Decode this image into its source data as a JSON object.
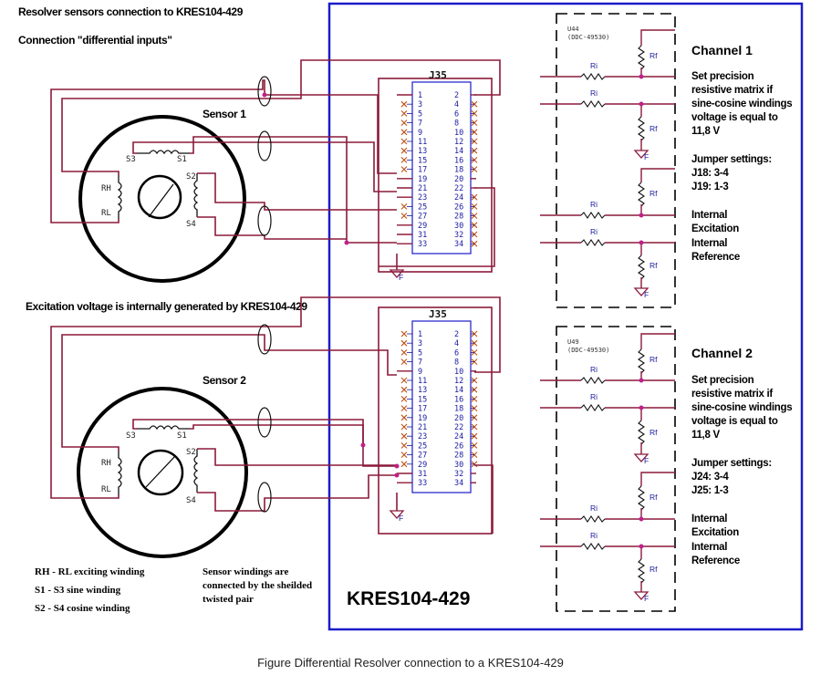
{
  "header": {
    "title": "Resolver sensors connection to KRES104-429",
    "subtitle": "Connection \"differential inputs\"",
    "excitation_note": "Excitation voltage is internally generated by KRES104-429"
  },
  "sensors": [
    {
      "label": "Sensor 1",
      "pins": {
        "s3": "S3",
        "s1": "S1",
        "s2": "S2",
        "s4": "S4",
        "rh": "RH",
        "rl": "RL"
      }
    },
    {
      "label": "Sensor 2",
      "pins": {
        "s3": "S3",
        "s1": "S1",
        "s2": "S2",
        "s4": "S4",
        "rh": "RH",
        "rl": "RL"
      }
    }
  ],
  "connectors": [
    {
      "label": "J35"
    },
    {
      "label": "J35"
    }
  ],
  "pin_labels": {
    "left": [
      "1",
      "3",
      "5",
      "7",
      "9",
      "11",
      "13",
      "15",
      "17",
      "19",
      "21",
      "23",
      "25",
      "27",
      "29",
      "31",
      "33"
    ],
    "right": [
      "2",
      "4",
      "6",
      "8",
      "10",
      "12",
      "14",
      "16",
      "18",
      "20",
      "22",
      "24",
      "26",
      "28",
      "30",
      "32",
      "34"
    ]
  },
  "legend": {
    "items": [
      "RH - RL exciting winding",
      "S1 - S3 sine winding",
      "S2 - S4 cosine winding"
    ],
    "shield_note": [
      "Sensor windings are",
      "connected by the sheilded",
      "twisted pair"
    ]
  },
  "board_label": "KRES104-429",
  "channels": [
    {
      "title": "Channel 1",
      "chip": [
        "U44",
        "(DDC-49530)"
      ],
      "precision_text": [
        "Set precision",
        "resistive matrix if",
        "sine-cosine windings",
        "voltage is equal to",
        "11,8 V"
      ],
      "jumper_title": "Jumper settings:",
      "jumpers": [
        "J18: 3-4",
        "J19: 1-3"
      ],
      "excitation": [
        "Internal",
        "Excitation"
      ],
      "reference": [
        "Internal",
        "Reference"
      ]
    },
    {
      "title": "Channel 2",
      "chip": [
        "U49",
        "(DDC-49530)"
      ],
      "precision_text": [
        "Set precision",
        "resistive matrix if",
        "sine-cosine windings",
        "voltage is equal to",
        "11,8 V"
      ],
      "jumper_title": "Jumper settings:",
      "jumpers": [
        "J24: 3-4",
        "J25: 1-3"
      ],
      "excitation": [
        "Internal",
        "Excitation"
      ],
      "reference": [
        "Internal",
        "Reference"
      ]
    }
  ],
  "component_labels": {
    "ri": "Ri",
    "rf": "Rf",
    "gnd": "F"
  },
  "caption": "Figure Differential Resolver connection to a KRES104-429",
  "colors": {
    "wire": "#8b1a3a",
    "board_border": "#1c1cc8",
    "pin_text": "#1a1aa0",
    "x_mark": "#c05010",
    "junction": "#c0208a"
  }
}
